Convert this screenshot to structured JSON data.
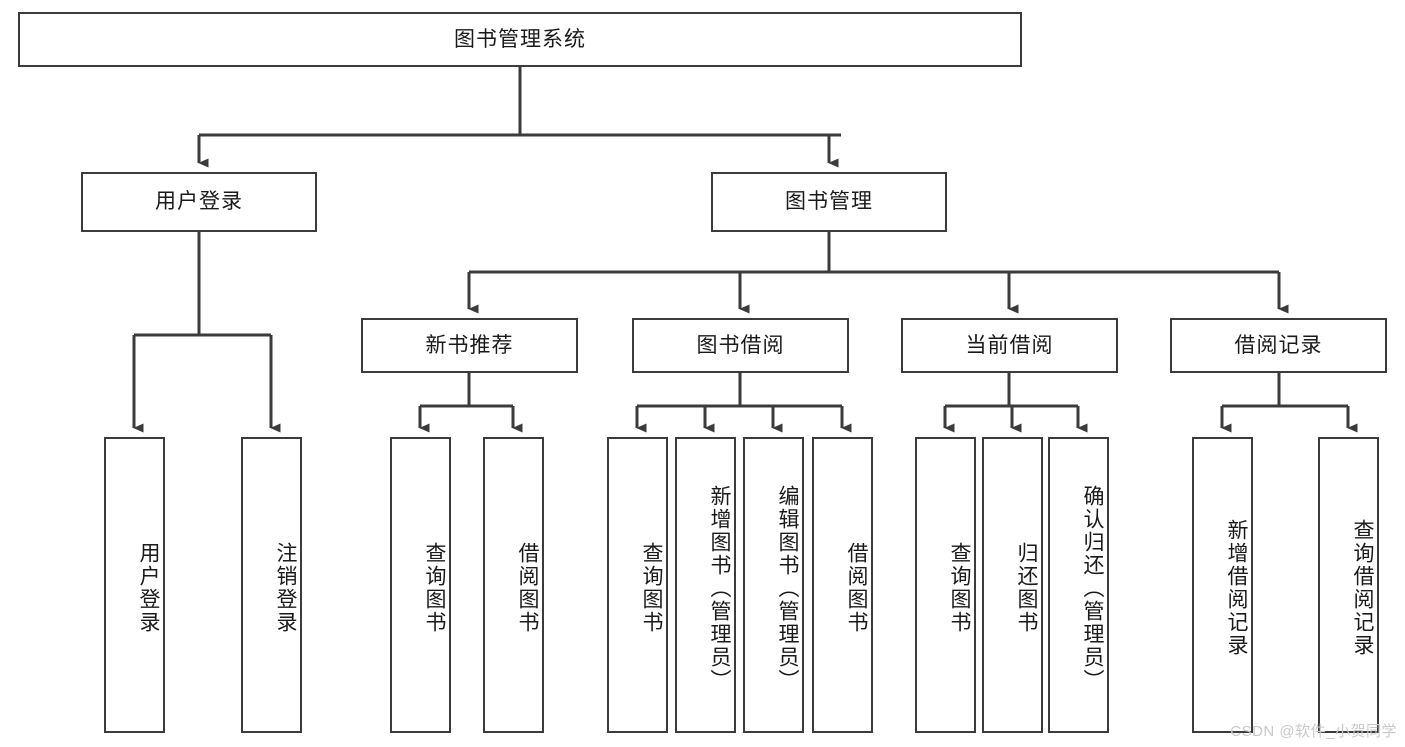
{
  "diagram": {
    "title": "图书管理系统",
    "type": "hierarchy-tree",
    "watermark": "CSDN @软件_小贺同学",
    "colors": {
      "box_border": "#3b3b3b",
      "box_fill": "#ffffff",
      "edge": "#3b3b3b",
      "text": "#1a1a1a",
      "watermark": "#c9c9c9"
    },
    "nodes": {
      "root": {
        "label": "图书管理系统",
        "level": 1
      },
      "level2": [
        {
          "id": "user-login",
          "label": "用户登录"
        },
        {
          "id": "book-manage",
          "label": "图书管理"
        }
      ],
      "level3": [
        {
          "id": "new-book-recommend",
          "label": "新书推荐"
        },
        {
          "id": "book-borrow",
          "label": "图书借阅"
        },
        {
          "id": "current-borrow",
          "label": "当前借阅"
        },
        {
          "id": "borrow-record",
          "label": "借阅记录"
        }
      ],
      "leaves_user_login": [
        {
          "id": "leaf-user-login",
          "label": "用户登录"
        },
        {
          "id": "leaf-logout",
          "label": "注销登录"
        }
      ],
      "leaves_new_book_recommend": [
        {
          "id": "leaf-query-book-1",
          "label": "查询图书"
        },
        {
          "id": "leaf-borrow-book-1",
          "label": "借阅图书"
        }
      ],
      "leaves_book_borrow": [
        {
          "id": "leaf-query-book-2",
          "label": "查询图书"
        },
        {
          "id": "leaf-add-book",
          "label": "新增图书（管理员）"
        },
        {
          "id": "leaf-edit-book",
          "label": "编辑图书（管理员）"
        },
        {
          "id": "leaf-borrow-book-2",
          "label": "借阅图书"
        }
      ],
      "leaves_current_borrow": [
        {
          "id": "leaf-query-book-3",
          "label": "查询图书"
        },
        {
          "id": "leaf-return-book",
          "label": "归还图书"
        },
        {
          "id": "leaf-confirm-return",
          "label": "确认归还（管理员）"
        }
      ],
      "leaves_borrow_record": [
        {
          "id": "leaf-add-record",
          "label": "新增借阅记录"
        },
        {
          "id": "leaf-query-record",
          "label": "查询借阅记录"
        }
      ]
    }
  }
}
